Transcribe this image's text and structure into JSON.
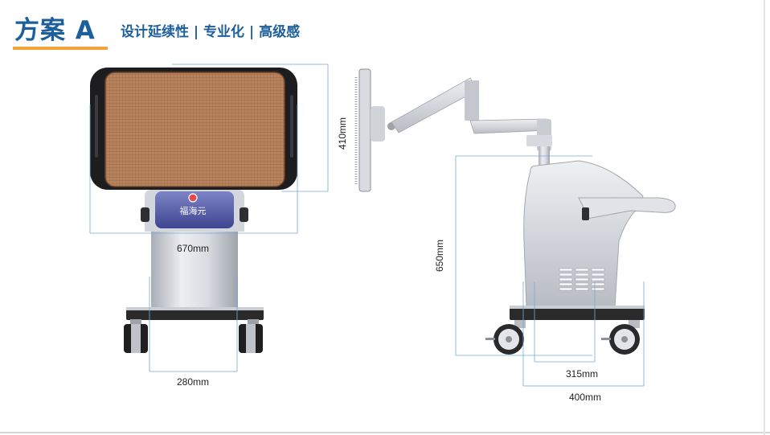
{
  "header": {
    "title": "方案 A",
    "subtitle": "设计延续性 | 专业化 | 高级感"
  },
  "front_view": {
    "brand_text": "福海元",
    "dim_screen_height": "410mm",
    "dim_width": "670mm",
    "dim_base_width": "280mm"
  },
  "side_view": {
    "dim_height": "650mm",
    "dim_inner_wheelbase": "315mm",
    "dim_outer_wheelbase": "400mm"
  },
  "colors": {
    "title": "#1d5f9b",
    "accent": "#f3a33a",
    "dimension_line": "#7aa6d6",
    "body_silver": "#c9cdd4",
    "panel_copper": "#b8845e",
    "base_dark": "#2a2a2a"
  }
}
